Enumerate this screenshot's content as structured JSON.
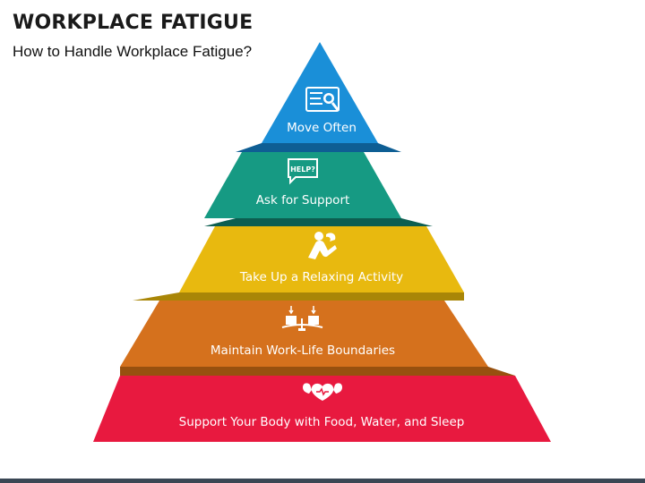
{
  "header": {
    "title": "WORKPLACE FATIGUE",
    "subtitle": "How to Handle Workplace Fatigue?"
  },
  "pyramid": {
    "levels": [
      {
        "label": "Move Often",
        "icon": "monitor-magnifier-icon",
        "color": "#1a8fd8",
        "shade": "#0e5e94"
      },
      {
        "label": "Ask for Support",
        "icon": "help-speech-bubble-icon",
        "color": "#169a83",
        "shade": "#0c5e50"
      },
      {
        "label": "Take Up a Relaxing Activity",
        "icon": "relaxing-person-icon",
        "color": "#e8b90f",
        "shade": "#a98607"
      },
      {
        "label": "Maintain Work-Life Boundaries",
        "icon": "balance-scale-icon",
        "color": "#d5711d",
        "shade": "#97500f"
      },
      {
        "label": "Support Your Body with Food, Water, and Sleep",
        "icon": "heart-strength-icon",
        "color": "#e8193f",
        "shade": "#a5102b"
      }
    ]
  }
}
